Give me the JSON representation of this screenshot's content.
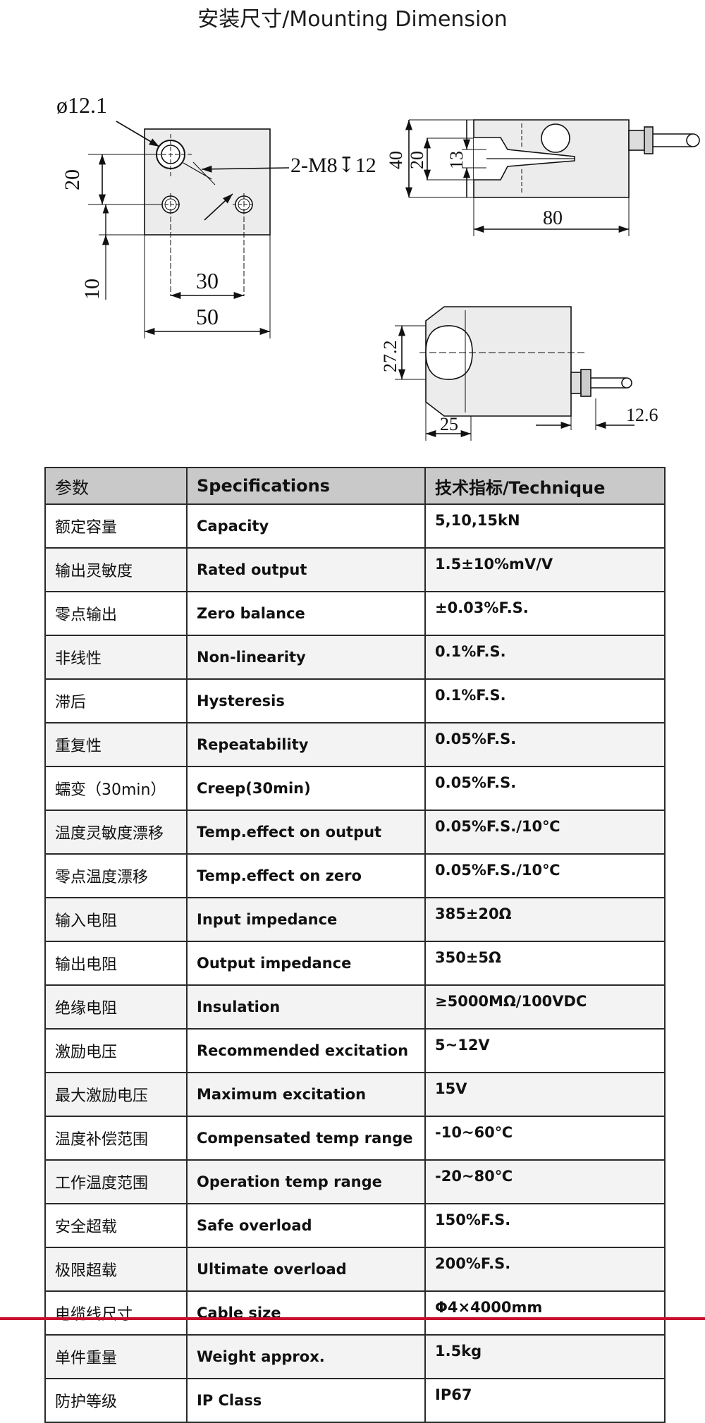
{
  "title": "安装尺寸/Mounting Dimension",
  "drawing": {
    "front_view": {
      "hole_diameter": "ø12.1",
      "thread_callout": "2-M8↧12",
      "dim_20": "20",
      "dim_10": "10",
      "dim_30": "30",
      "dim_50": "50"
    },
    "side_view": {
      "dim_40": "40",
      "dim_20": "20",
      "dim_13": "13",
      "dim_80": "80"
    },
    "top_view": {
      "dim_27_2": "27.2",
      "dim_25": "25",
      "dim_12_6": "12.6"
    }
  },
  "table": {
    "header": {
      "param": "参数",
      "spec": "Specifications",
      "tech": "技术指标/Technique"
    },
    "rows": [
      {
        "cn": "额定容量",
        "en": "Capacity",
        "val": "5,10,15kN"
      },
      {
        "cn": "输出灵敏度",
        "en": "Rated output",
        "val": "1.5±10%mV/V"
      },
      {
        "cn": "零点输出",
        "en": "Zero balance",
        "val": "±0.03%F.S."
      },
      {
        "cn": "非线性",
        "en": "Non-linearity",
        "val": "0.1%F.S."
      },
      {
        "cn": "滞后",
        "en": "Hysteresis",
        "val": "0.1%F.S."
      },
      {
        "cn": "重复性",
        "en": "Repeatability",
        "val": "0.05%F.S."
      },
      {
        "cn": "蠕变（30min）",
        "en": "Creep(30min)",
        "val": "0.05%F.S."
      },
      {
        "cn": "温度灵敏度漂移",
        "en": "Temp.effect on output",
        "val": "0.05%F.S./10℃"
      },
      {
        "cn": "零点温度漂移",
        "en": "Temp.effect on zero",
        "val": "0.05%F.S./10℃"
      },
      {
        "cn": "输入电阻",
        "en": "Input impedance",
        "val": "385±20Ω"
      },
      {
        "cn": "输出电阻",
        "en": "Output impedance",
        "val": "350±5Ω"
      },
      {
        "cn": "绝缘电阻",
        "en": "Insulation",
        "val": "≥5000MΩ/100VDC"
      },
      {
        "cn": "激励电压",
        "en": "Recommended excitation",
        "val": "5~12V"
      },
      {
        "cn": "最大激励电压",
        "en": "Maximum excitation",
        "val": "15V"
      },
      {
        "cn": "温度补偿范围",
        "en": "Compensated temp range",
        "val": "-10~60℃"
      },
      {
        "cn": "工作温度范围",
        "en": "Operation temp range",
        "val": "-20~80℃"
      },
      {
        "cn": "安全超载",
        "en": "Safe overload",
        "val": "150%F.S."
      },
      {
        "cn": "极限超载",
        "en": "Ultimate overload",
        "val": "200%F.S."
      },
      {
        "cn": "电缆线尺寸",
        "en": "Cable size",
        "val": "Φ4×4000mm"
      },
      {
        "cn": "单件重量",
        "en": "Weight approx.",
        "val": "1.5kg"
      },
      {
        "cn": "防护等级",
        "en": "IP Class",
        "val": "IP67"
      }
    ]
  }
}
